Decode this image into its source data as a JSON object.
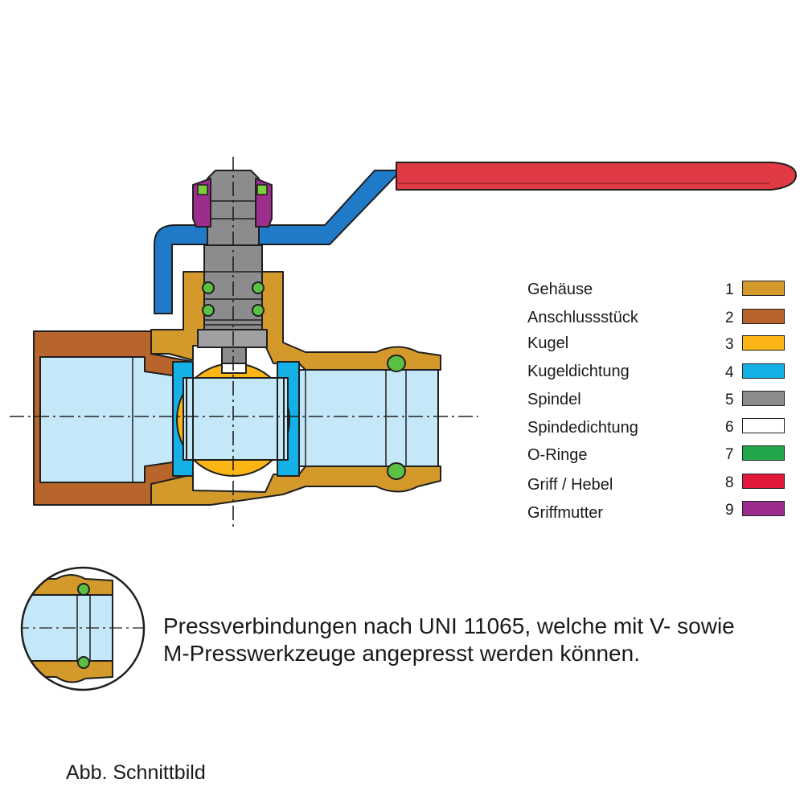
{
  "legend": [
    {
      "name": "Gehäuse",
      "number": "1",
      "color": "#d39a2b"
    },
    {
      "name": "Anschlussstück",
      "number": "2",
      "color": "#b8652d"
    },
    {
      "name": "Kugel",
      "number": "3",
      "color": "#fbb515"
    },
    {
      "name": "Kugeldichtung",
      "number": "4",
      "color": "#15b0e6"
    },
    {
      "name": "Spindel",
      "number": "5",
      "color": "#8c8c8e"
    },
    {
      "name": "Spindedichtung",
      "number": "6",
      "color": "#ffffff"
    },
    {
      "name": "O-Ringe",
      "number": "7",
      "color": "#22a84a"
    },
    {
      "name": "Griff / Hebel",
      "number": "8",
      "color": "#e3193c"
    },
    {
      "name": "Griffmutter",
      "number": "9",
      "color": "#9c2d8c"
    }
  ],
  "note": {
    "line1": "Pressverbindungen nach UNI 11065, welche mit V- sowie",
    "line2": "M-Presswerkzeuge angepresst werden können."
  },
  "caption": "Abb. Schnittbild",
  "colors": {
    "outline": "#1f1f1f",
    "bore": "#c4e8f8",
    "lever_blue": "#1f7ac8",
    "oring_green": "#5cc044",
    "nut_green": "#7ccf3c"
  }
}
